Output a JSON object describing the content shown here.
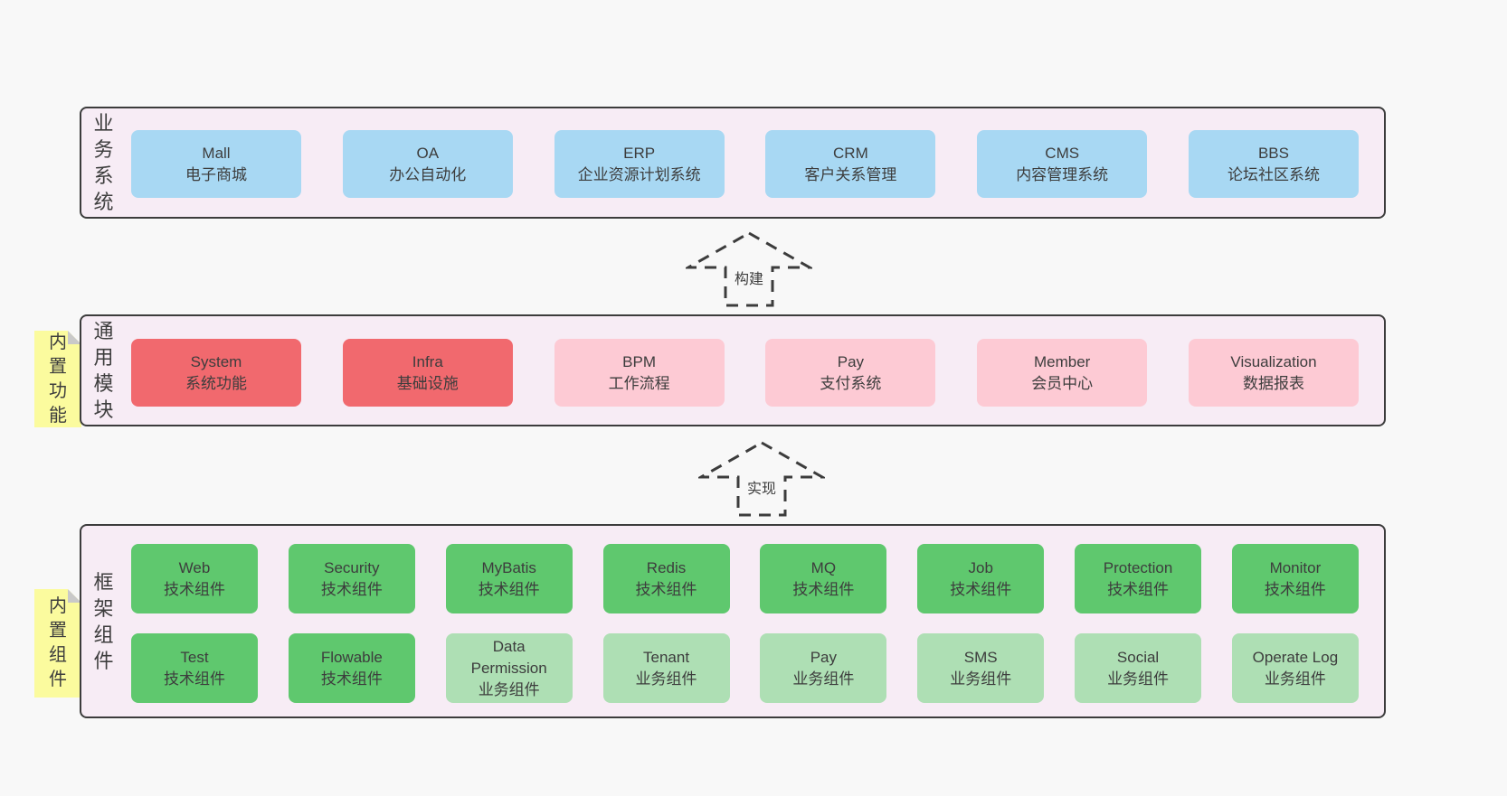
{
  "bands": {
    "business": {
      "label": "业务系统",
      "boxes": [
        {
          "title": "Mall",
          "subtitle": "电子商城",
          "variant": "blue"
        },
        {
          "title": "OA",
          "subtitle": "办公自动化",
          "variant": "blue"
        },
        {
          "title": "ERP",
          "subtitle": "企业资源计划系统",
          "variant": "blue"
        },
        {
          "title": "CRM",
          "subtitle": "客户关系管理",
          "variant": "blue"
        },
        {
          "title": "CMS",
          "subtitle": "内容管理系统",
          "variant": "blue"
        },
        {
          "title": "BBS",
          "subtitle": "论坛社区系统",
          "variant": "blue"
        }
      ]
    },
    "modules": {
      "label": "通用模块",
      "sticky_note": "内置功能",
      "boxes": [
        {
          "title": "System",
          "subtitle": "系统功能",
          "variant": "red"
        },
        {
          "title": "Infra",
          "subtitle": "基础设施",
          "variant": "red"
        },
        {
          "title": "BPM",
          "subtitle": "工作流程",
          "variant": "pink"
        },
        {
          "title": "Pay",
          "subtitle": "支付系统",
          "variant": "pink"
        },
        {
          "title": "Member",
          "subtitle": "会员中心",
          "variant": "pink"
        },
        {
          "title": "Visualization",
          "subtitle": "数据报表",
          "variant": "pink"
        }
      ]
    },
    "framework": {
      "label": "框架组件",
      "sticky_note": "内置组件",
      "row1": [
        {
          "title": "Web",
          "subtitle": "技术组件",
          "variant": "green"
        },
        {
          "title": "Security",
          "subtitle": "技术组件",
          "variant": "green"
        },
        {
          "title": "MyBatis",
          "subtitle": "技术组件",
          "variant": "green"
        },
        {
          "title": "Redis",
          "subtitle": "技术组件",
          "variant": "green"
        },
        {
          "title": "MQ",
          "subtitle": "技术组件",
          "variant": "green"
        },
        {
          "title": "Job",
          "subtitle": "技术组件",
          "variant": "green"
        },
        {
          "title": "Protection",
          "subtitle": "技术组件",
          "variant": "green"
        },
        {
          "title": "Monitor",
          "subtitle": "技术组件",
          "variant": "green"
        }
      ],
      "row2": [
        {
          "title": "Test",
          "subtitle": "技术组件",
          "variant": "green"
        },
        {
          "title": "Flowable",
          "subtitle": "技术组件",
          "variant": "green"
        },
        {
          "title": "Data Permission",
          "subtitle": "业务组件",
          "variant": "lightgreen"
        },
        {
          "title": "Tenant",
          "subtitle": "业务组件",
          "variant": "lightgreen"
        },
        {
          "title": "Pay",
          "subtitle": "业务组件",
          "variant": "lightgreen"
        },
        {
          "title": "SMS",
          "subtitle": "业务组件",
          "variant": "lightgreen"
        },
        {
          "title": "Social",
          "subtitle": "业务组件",
          "variant": "lightgreen"
        },
        {
          "title": "Operate Log",
          "subtitle": "业务组件",
          "variant": "lightgreen"
        }
      ]
    }
  },
  "arrows": [
    {
      "label": "构建"
    },
    {
      "label": "实现"
    }
  ],
  "palette": {
    "page_background": "#f8f8f8",
    "container_fill": "#f7ecf5",
    "container_border": "#3c3c3c",
    "blue_box": "#a8d8f3",
    "red_box": "#f1696e",
    "pink_box": "#fdcad4",
    "green_box": "#5fc86e",
    "light_green_box": "#aedfb4",
    "sticky_note": "#fbfb9e",
    "sticky_fold": "#c9c9c9",
    "text": "#3d3d3d"
  }
}
